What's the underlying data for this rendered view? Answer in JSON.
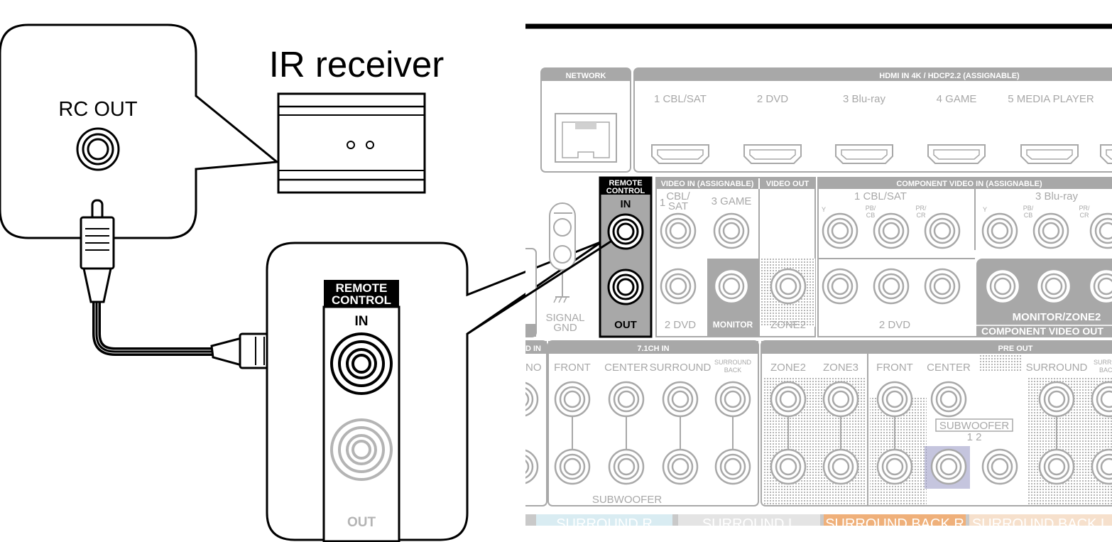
{
  "ir_receiver": {
    "title": "IR receiver"
  },
  "external_device": {
    "jack_label": "RC OUT"
  },
  "zoom_panel": {
    "header": [
      "REMOTE",
      "CONTROL"
    ],
    "in_label": "IN",
    "out_label": "OUT"
  },
  "rear_panel": {
    "network": "NETWORK",
    "hdmi_header": "HDMI IN  4K / HDCP2.2  (ASSIGNABLE)",
    "hdmi_inputs": [
      "1 CBL/SAT",
      "2 DVD",
      "3 Blu-ray",
      "4 GAME",
      "5 MEDIA PLAYER"
    ],
    "remote_header": [
      "REMOTE",
      "CONTROL"
    ],
    "remote_in": "IN",
    "remote_out": "OUT",
    "video_in_header": "VIDEO IN (ASSIGNABLE)",
    "video_out_header": "VIDEO OUT",
    "video_in_1": [
      "CBL/",
      "SAT"
    ],
    "video_in_1_num": "1",
    "video_in_3": "3 GAME",
    "video_in_2": "2 DVD",
    "monitor": "MONITOR",
    "zone2": "ZONE2",
    "signal_gnd": [
      "SIGNAL",
      "GND"
    ],
    "component_header": "COMPONENT VIDEO IN (ASSIGNABLE)",
    "component_1": "1 CBL/SAT",
    "component_3": "3 Blu-ray",
    "component_2": "2 DVD",
    "component_y": "Y",
    "component_pb": [
      "PB/",
      "CB"
    ],
    "component_pr": [
      "PR/",
      "CR"
    ],
    "monitor_zone2": "MONITOR/ZONE2",
    "component_video_out": "COMPONENT VIDEO OUT",
    "ch71_header": "7.1CH IN",
    "ch71_partial_header": "D IN",
    "ch71_partial_label": "NO",
    "ch71_labels": [
      "FRONT",
      "CENTER",
      "SURROUND"
    ],
    "ch71_surround_back": [
      "SURROUND",
      "BACK"
    ],
    "subwoofer": "SUBWOOFER",
    "preout_header": "PRE OUT",
    "preout_labels": [
      "ZONE2",
      "ZONE3",
      "FRONT",
      "CENTER",
      "SURROUND"
    ],
    "preout_cut": "SURRO",
    "preout_cut_back": "BAC",
    "preout_subwoofer": "SUBWOOFER",
    "preout_sub_numbers": "1  2",
    "speaker_labels": [
      "SURROUND R",
      "SURROUND L",
      "SURROUND BACK R",
      "SURROUND BACK L"
    ]
  },
  "colors": {
    "line": "#000000",
    "panel_gray": "#a8a8a8",
    "highlight_fill": "#c8c8c8",
    "speaker_strip": "#d9ecf2"
  }
}
